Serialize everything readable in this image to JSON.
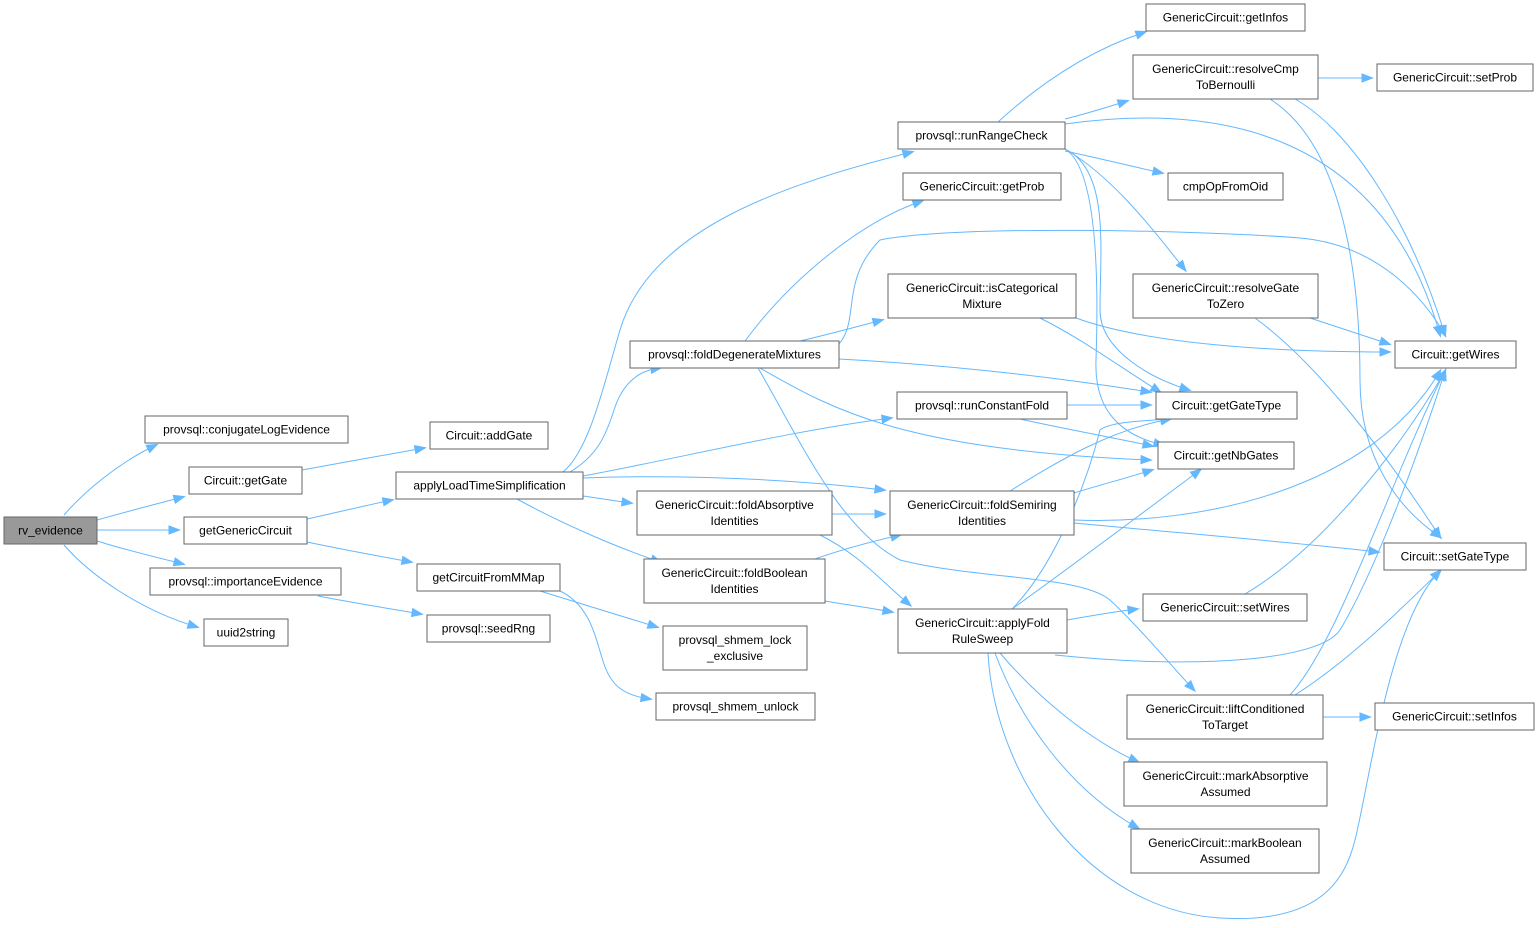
{
  "nodes": [
    {
      "id": "rv_evidence",
      "lines": [
        "rv_evidence"
      ],
      "root": true
    },
    {
      "id": "conjugateLogEvidence",
      "lines": [
        "provsql::conjugateLogEvidence"
      ]
    },
    {
      "id": "Circuit_getGate",
      "lines": [
        "Circuit::getGate"
      ]
    },
    {
      "id": "getGenericCircuit",
      "lines": [
        "getGenericCircuit"
      ]
    },
    {
      "id": "importanceEvidence",
      "lines": [
        "provsql::importanceEvidence"
      ]
    },
    {
      "id": "uuid2string",
      "lines": [
        "uuid2string"
      ]
    },
    {
      "id": "Circuit_addGate",
      "lines": [
        "Circuit::addGate"
      ]
    },
    {
      "id": "applyLoadTimeSimplification",
      "lines": [
        "applyLoadTimeSimplification"
      ]
    },
    {
      "id": "getCircuitFromMMap",
      "lines": [
        "getCircuitFromMMap"
      ]
    },
    {
      "id": "seedRng",
      "lines": [
        "provsql::seedRng"
      ]
    },
    {
      "id": "runRangeCheck",
      "lines": [
        "provsql::runRangeCheck"
      ]
    },
    {
      "id": "foldDegenerateMixtures",
      "lines": [
        "provsql::foldDegenerateMixtures"
      ]
    },
    {
      "id": "foldAbsorptive",
      "lines": [
        "GenericCircuit::foldAbsorptive",
        "Identities"
      ]
    },
    {
      "id": "foldBoolean",
      "lines": [
        "GenericCircuit::foldBoolean",
        "Identities"
      ]
    },
    {
      "id": "lock_exclusive",
      "lines": [
        "provsql_shmem_lock",
        "_exclusive"
      ]
    },
    {
      "id": "unlock",
      "lines": [
        "provsql_shmem_unlock"
      ]
    },
    {
      "id": "GC_getProb",
      "lines": [
        "GenericCircuit::getProb"
      ]
    },
    {
      "id": "isCategorical",
      "lines": [
        "GenericCircuit::isCategorical",
        "Mixture"
      ]
    },
    {
      "id": "runConstantFold",
      "lines": [
        "provsql::runConstantFold"
      ]
    },
    {
      "id": "foldSemiring",
      "lines": [
        "GenericCircuit::foldSemiring",
        "Identities"
      ]
    },
    {
      "id": "applyFold",
      "lines": [
        "GenericCircuit::applyFold",
        "RuleSweep"
      ]
    },
    {
      "id": "getInfos",
      "lines": [
        "GenericCircuit::getInfos"
      ]
    },
    {
      "id": "resolveCmp",
      "lines": [
        "GenericCircuit::resolveCmp",
        "ToBernoulli"
      ]
    },
    {
      "id": "cmpOpFromOid",
      "lines": [
        "cmpOpFromOid"
      ]
    },
    {
      "id": "resolveGate",
      "lines": [
        "GenericCircuit::resolveGate",
        "ToZero"
      ]
    },
    {
      "id": "getGateType",
      "lines": [
        "Circuit::getGateType"
      ]
    },
    {
      "id": "getNbGates",
      "lines": [
        "Circuit::getNbGates"
      ]
    },
    {
      "id": "setWires",
      "lines": [
        "GenericCircuit::setWires"
      ]
    },
    {
      "id": "liftConditioned",
      "lines": [
        "GenericCircuit::liftConditioned",
        "ToTarget"
      ]
    },
    {
      "id": "markAbsorptive",
      "lines": [
        "GenericCircuit::markAbsorptive",
        "Assumed"
      ]
    },
    {
      "id": "markBoolean",
      "lines": [
        "GenericCircuit::markBoolean",
        "Assumed"
      ]
    },
    {
      "id": "setProb",
      "lines": [
        "GenericCircuit::setProb"
      ]
    },
    {
      "id": "getWires",
      "lines": [
        "Circuit::getWires"
      ]
    },
    {
      "id": "setGateType",
      "lines": [
        "Circuit::setGateType"
      ]
    },
    {
      "id": "setInfos",
      "lines": [
        "GenericCircuit::setInfos"
      ]
    }
  ],
  "edges": [
    [
      "rv_evidence",
      "conjugateLogEvidence"
    ],
    [
      "rv_evidence",
      "Circuit_getGate"
    ],
    [
      "rv_evidence",
      "getGenericCircuit"
    ],
    [
      "rv_evidence",
      "importanceEvidence"
    ],
    [
      "rv_evidence",
      "uuid2string"
    ],
    [
      "Circuit_getGate",
      "Circuit_addGate"
    ],
    [
      "getGenericCircuit",
      "applyLoadTimeSimplification"
    ],
    [
      "getGenericCircuit",
      "getCircuitFromMMap"
    ],
    [
      "importanceEvidence",
      "seedRng"
    ],
    [
      "applyLoadTimeSimplification",
      "runRangeCheck"
    ],
    [
      "applyLoadTimeSimplification",
      "foldDegenerateMixtures"
    ],
    [
      "applyLoadTimeSimplification",
      "runConstantFold"
    ],
    [
      "applyLoadTimeSimplification",
      "foldSemiring"
    ],
    [
      "applyLoadTimeSimplification",
      "foldAbsorptive"
    ],
    [
      "applyLoadTimeSimplification",
      "foldBoolean"
    ],
    [
      "getCircuitFromMMap",
      "lock_exclusive"
    ],
    [
      "getCircuitFromMMap",
      "unlock"
    ],
    [
      "runRangeCheck",
      "getInfos"
    ],
    [
      "runRangeCheck",
      "resolveCmp"
    ],
    [
      "runRangeCheck",
      "cmpOpFromOid"
    ],
    [
      "runRangeCheck",
      "resolveGate"
    ],
    [
      "runRangeCheck",
      "getGateType"
    ],
    [
      "runRangeCheck",
      "getNbGates"
    ],
    [
      "runRangeCheck",
      "getWires"
    ],
    [
      "resolveCmp",
      "setProb"
    ],
    [
      "resolveCmp",
      "getWires"
    ],
    [
      "resolveCmp",
      "setGateType"
    ],
    [
      "resolveGate",
      "getWires"
    ],
    [
      "resolveGate",
      "setGateType"
    ],
    [
      "foldDegenerateMixtures",
      "GC_getProb"
    ],
    [
      "foldDegenerateMixtures",
      "isCategorical"
    ],
    [
      "foldDegenerateMixtures",
      "getGateType"
    ],
    [
      "foldDegenerateMixtures",
      "getNbGates"
    ],
    [
      "foldDegenerateMixtures",
      "getWires"
    ],
    [
      "foldDegenerateMixtures",
      "liftConditioned"
    ],
    [
      "isCategorical",
      "getGateType"
    ],
    [
      "isCategorical",
      "getWires"
    ],
    [
      "runConstantFold",
      "getGateType"
    ],
    [
      "runConstantFold",
      "getNbGates"
    ],
    [
      "foldAbsorptive",
      "foldSemiring"
    ],
    [
      "foldAbsorptive",
      "applyFold"
    ],
    [
      "foldBoolean",
      "foldSemiring"
    ],
    [
      "foldBoolean",
      "applyFold"
    ],
    [
      "foldSemiring",
      "getGateType"
    ],
    [
      "foldSemiring",
      "getNbGates"
    ],
    [
      "foldSemiring",
      "getWires"
    ],
    [
      "foldSemiring",
      "setGateType"
    ],
    [
      "applyFold",
      "getGateType"
    ],
    [
      "applyFold",
      "getNbGates"
    ],
    [
      "applyFold",
      "getWires"
    ],
    [
      "applyFold",
      "setWires"
    ],
    [
      "applyFold",
      "markAbsorptive"
    ],
    [
      "applyFold",
      "markBoolean"
    ],
    [
      "applyFold",
      "setGateType"
    ],
    [
      "setWires",
      "getWires"
    ],
    [
      "liftConditioned",
      "getWires"
    ],
    [
      "liftConditioned",
      "setGateType"
    ],
    [
      "liftConditioned",
      "setInfos"
    ]
  ]
}
